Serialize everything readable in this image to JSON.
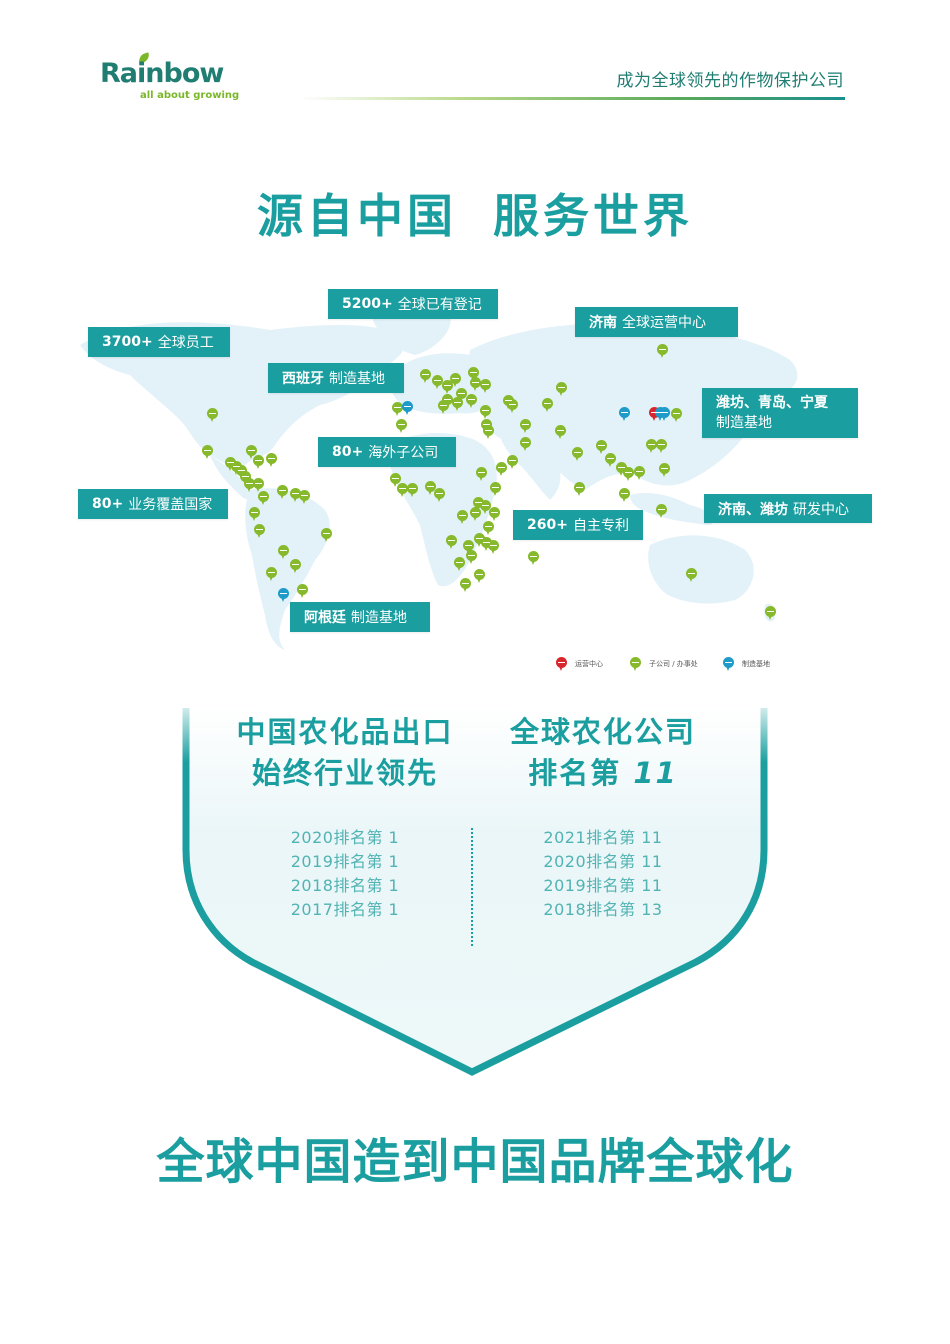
{
  "header": {
    "logo_word": "Rainbow",
    "logo_tagline": "all about growing",
    "slogan": "成为全球领先的作物保护公司"
  },
  "title": {
    "part1": "源自中国",
    "part2": "服务世界"
  },
  "map": {
    "callouts": [
      {
        "bold": "5200+",
        "text": "全球已有登记"
      },
      {
        "bold": "3700+",
        "text": "全球员工"
      },
      {
        "bold": "济南",
        "text": "全球运营中心"
      },
      {
        "bold": "西班牙",
        "text": "制造基地"
      },
      {
        "bold": "潍坊、青岛、宁夏",
        "text": "制造基地"
      },
      {
        "bold": "80+",
        "text": "海外子公司"
      },
      {
        "bold": "80+",
        "text": "业务覆盖国家"
      },
      {
        "bold": "济南、潍坊",
        "text": "研发中心"
      },
      {
        "bold": "260+",
        "text": "自主专利"
      },
      {
        "bold": "阿根廷",
        "text": "制造基地"
      }
    ],
    "legend": [
      {
        "label": "运营中心",
        "color": "#d9262c"
      },
      {
        "label": "子公司 / 办事处",
        "color": "#86b92b"
      },
      {
        "label": "制造基地",
        "color": "#1e9bc8"
      }
    ]
  },
  "rankings": {
    "left": {
      "title_line1": "中国农化品出口",
      "title_line2": "始终行业领先",
      "items": [
        "2020排名第 1",
        "2019排名第 1",
        "2018排名第 1",
        "2017排名第 1"
      ]
    },
    "right": {
      "title_line1": "全球农化公司",
      "title_line2_prefix": "排名第",
      "title_line2_number": "11",
      "items": [
        "2021排名第 11",
        "2020排名第 11",
        "2019排名第 11",
        "2018排名第 13"
      ]
    }
  },
  "footer": {
    "slogan": "全球中国造到中国品牌全球化"
  },
  "colors": {
    "teal": "#1a9e9f",
    "dark_green": "#1f7d72",
    "leaf_green": "#7ab829"
  }
}
